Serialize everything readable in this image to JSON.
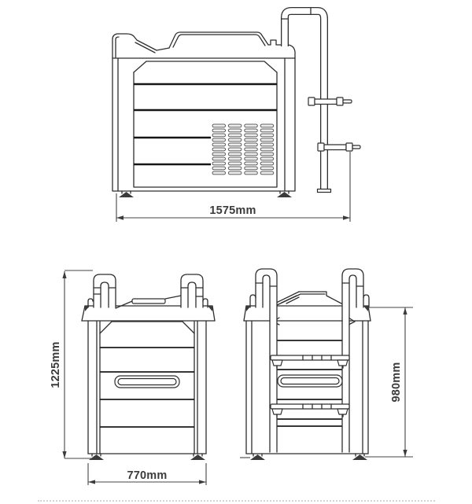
{
  "drawing": {
    "views": {
      "side": {
        "name": "side-view",
        "width_label": "1575mm"
      },
      "front": {
        "name": "front-view",
        "height_label": "1225mm",
        "width_label": "770mm"
      },
      "rear": {
        "name": "rear-view",
        "height_label": "980mm"
      }
    },
    "colors": {
      "line": "#2e2e2e",
      "line_bold": "#161616",
      "dimension": "#454545",
      "background": "#ffffff"
    }
  }
}
